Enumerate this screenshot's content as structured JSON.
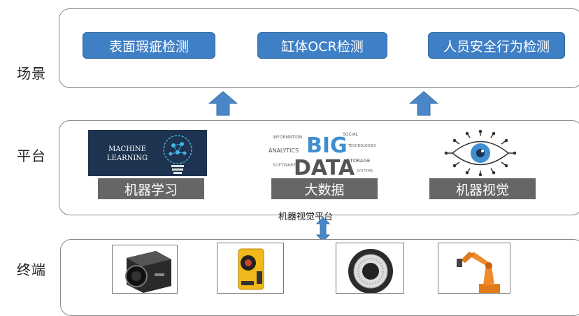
{
  "layers": {
    "scene": "场景",
    "platform": "平台",
    "terminal": "终端"
  },
  "scene_items": [
    "表面瑕疵检测",
    "缸体OCR检测",
    "人员安全行为检测"
  ],
  "platform_items": [
    "机器学习",
    "大数据",
    "机器视觉"
  ],
  "platform_caption": "机器视觉平台",
  "ml_image_text": [
    "MACHINE",
    "LEARNING"
  ],
  "bigdata_image_text": [
    "BIG",
    "DATA"
  ],
  "colors": {
    "scene_button": "#3f7fc6",
    "arrow": "#4a86c8",
    "caption_bar": "#666666",
    "ml_background": "#1e3350"
  },
  "devices": [
    "industrial-camera",
    "smart-camera",
    "ring-light",
    "robot-arm"
  ]
}
